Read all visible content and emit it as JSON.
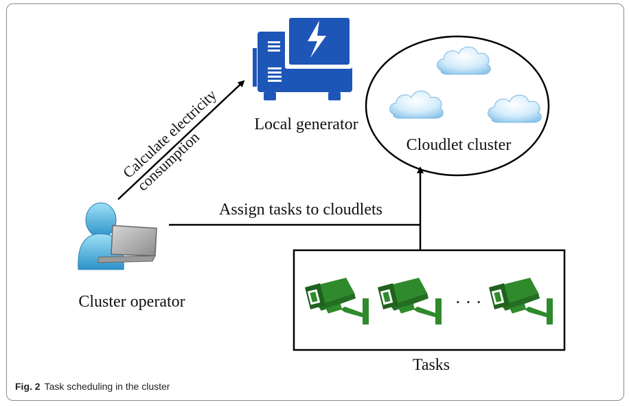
{
  "labels": {
    "local_generator": "Local generator",
    "cloudlet_cluster": "Cloudlet cluster",
    "cluster_operator": "Cluster operator",
    "tasks": "Tasks",
    "arrow_line1": "Calculate electricity",
    "arrow_line2": "consumption",
    "assign": "Assign tasks to cloudlets",
    "ellipsis": "· · ·"
  },
  "caption": {
    "figure_label": "Fig. 2",
    "text": "Task scheduling in the cluster"
  },
  "colors": {
    "generator_blue": "#1e56b8",
    "camera_green": "#2f8a2c",
    "operator_cyan": "#3aa8d8",
    "cloud_blue": "#a9d6f2"
  },
  "icons": [
    "generator-icon",
    "cloud-icon",
    "operator-icon",
    "laptop-icon",
    "camera-icon",
    "lightning-icon"
  ]
}
